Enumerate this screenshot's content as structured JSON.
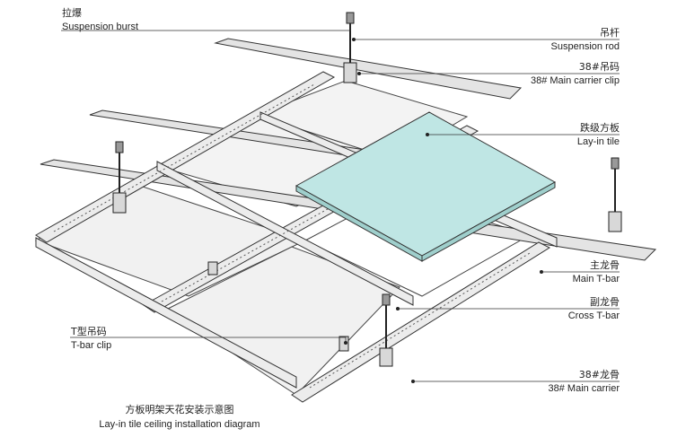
{
  "labels": {
    "suspension_burst": {
      "cn": "拉爆",
      "en": "Suspension burst"
    },
    "suspension_rod": {
      "cn": "吊杆",
      "en": "Suspension rod"
    },
    "main_carrier_clip": {
      "cn": "38#吊码",
      "en": "38# Main carrier clip"
    },
    "lay_in_tile": {
      "cn": "跌级方板",
      "en": "Lay-in tile"
    },
    "main_t_bar": {
      "cn": "主龙骨",
      "en": "Main T-bar"
    },
    "cross_t_bar": {
      "cn": "副龙骨",
      "en": "Cross T-bar"
    },
    "t_bar_clip": {
      "cn": "T型吊码",
      "en": "T-bar clip"
    },
    "main_carrier": {
      "cn": "38#龙骨",
      "en": "38# Main carrier"
    }
  },
  "caption": {
    "cn": "方板明架天花安装示意图",
    "en": "Lay-in tile ceiling installation diagram"
  },
  "colors": {
    "line": "#333333",
    "panel": "#f2f2f2",
    "tile": "#bfe6e4",
    "metal": "#e6e6e6"
  }
}
